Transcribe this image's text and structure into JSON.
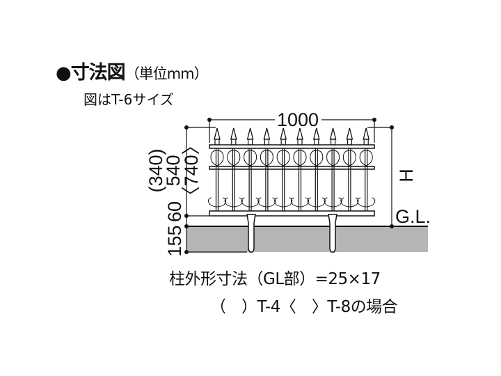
{
  "header": {
    "bullet": "●",
    "title": "寸法図",
    "unit": "（単位mm）",
    "subtitle": "図はT-6サイズ"
  },
  "dimensions": {
    "width": "1000",
    "height_label": "H",
    "ground_label": "G.L.",
    "panel_height_t4": "(340)",
    "panel_height_t6": "540",
    "panel_height_t8": "〈740〉",
    "clearance": "60",
    "embed_depth": "155"
  },
  "notes": {
    "line1": "柱外形寸法（GL部）=25×17",
    "line2": "（　）T-4〈　〉T-8の場合"
  },
  "colors": {
    "ground": "#b5b5b5",
    "line": "#111111"
  }
}
